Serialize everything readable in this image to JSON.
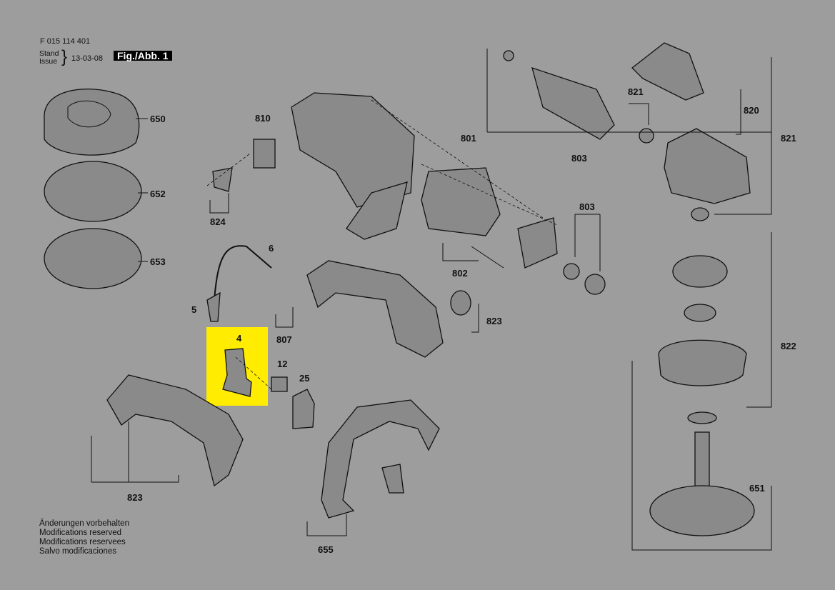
{
  "header": {
    "doc_number": "F 015 114 401",
    "stand": "Stand",
    "issue": "Issue",
    "date": "13-03-08",
    "figure": "Fig./Abb. 1"
  },
  "notes": [
    "Änderungen vorbehalten",
    "Modifications reserved",
    "Modifications reservees",
    "Salvo modificaciones"
  ],
  "labels": [
    "650",
    "652",
    "653",
    "810",
    "824",
    "6",
    "5",
    "807",
    "4",
    "12",
    "25",
    "801",
    "803",
    "821",
    "820",
    "821",
    "803",
    "802",
    "823",
    "822",
    "823",
    "655",
    "651"
  ],
  "highlight_color": "#ffec00",
  "highlighted_part": "4"
}
